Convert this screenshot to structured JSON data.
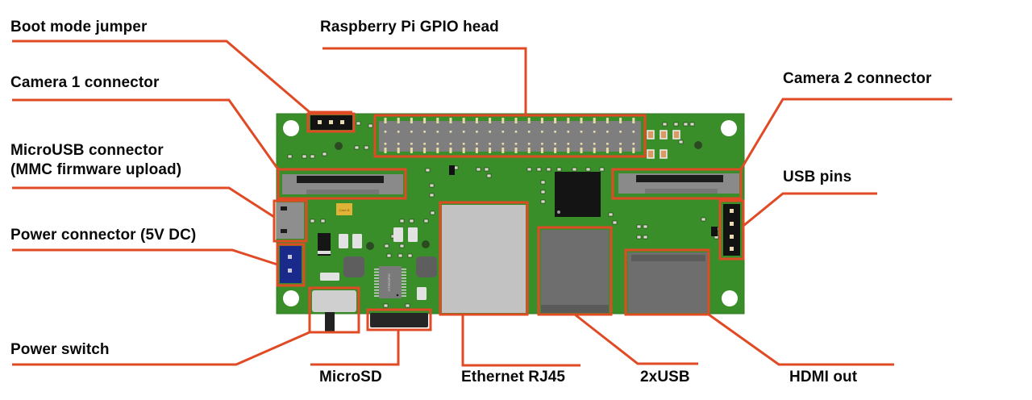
{
  "diagram": {
    "subject": "Single-board computer PCB (Raspberry Pi GPIO-compatible carrier board)",
    "colors": {
      "background": "#ffffff",
      "pcb": "#3a8e2a",
      "pcb_edge": "#2f7a22",
      "leader_line": "#e04a24",
      "label_text": "#0a0a0a",
      "connector_gray": "#8c8c8c",
      "connector_dark": "#6f6f6f",
      "rj45_body": "#c2c2c2",
      "chip_black": "#141414",
      "power_jack_blue": "#1a2a8a",
      "tantalum_cap": "#e0b235"
    },
    "labels": [
      {
        "id": "boot-mode-jumper",
        "text": "Boot mode jumper"
      },
      {
        "id": "raspberry-pi-gpio-head",
        "text": "Raspberry Pi GPIO head"
      },
      {
        "id": "camera-1-connector",
        "text": "Camera 1 connector"
      },
      {
        "id": "camera-2-connector",
        "text": "Camera 2 connector"
      },
      {
        "id": "microusb-connector",
        "text": "MicroUSB connector\n(MMC firmware upload)"
      },
      {
        "id": "usb-pins",
        "text": "USB pins"
      },
      {
        "id": "power-connector",
        "text": "Power connector (5V DC)"
      },
      {
        "id": "power-switch",
        "text": "Power switch"
      },
      {
        "id": "microsd",
        "text": "MicroSD"
      },
      {
        "id": "ethernet-rj45",
        "text": "Ethernet RJ45"
      },
      {
        "id": "usb-2x",
        "text": "2xUSB"
      },
      {
        "id": "hdmi-out",
        "text": "HDMI out"
      }
    ],
    "component_markings": {
      "tantalum_cap": "Case B",
      "main_ic": "HT5520P20"
    }
  }
}
